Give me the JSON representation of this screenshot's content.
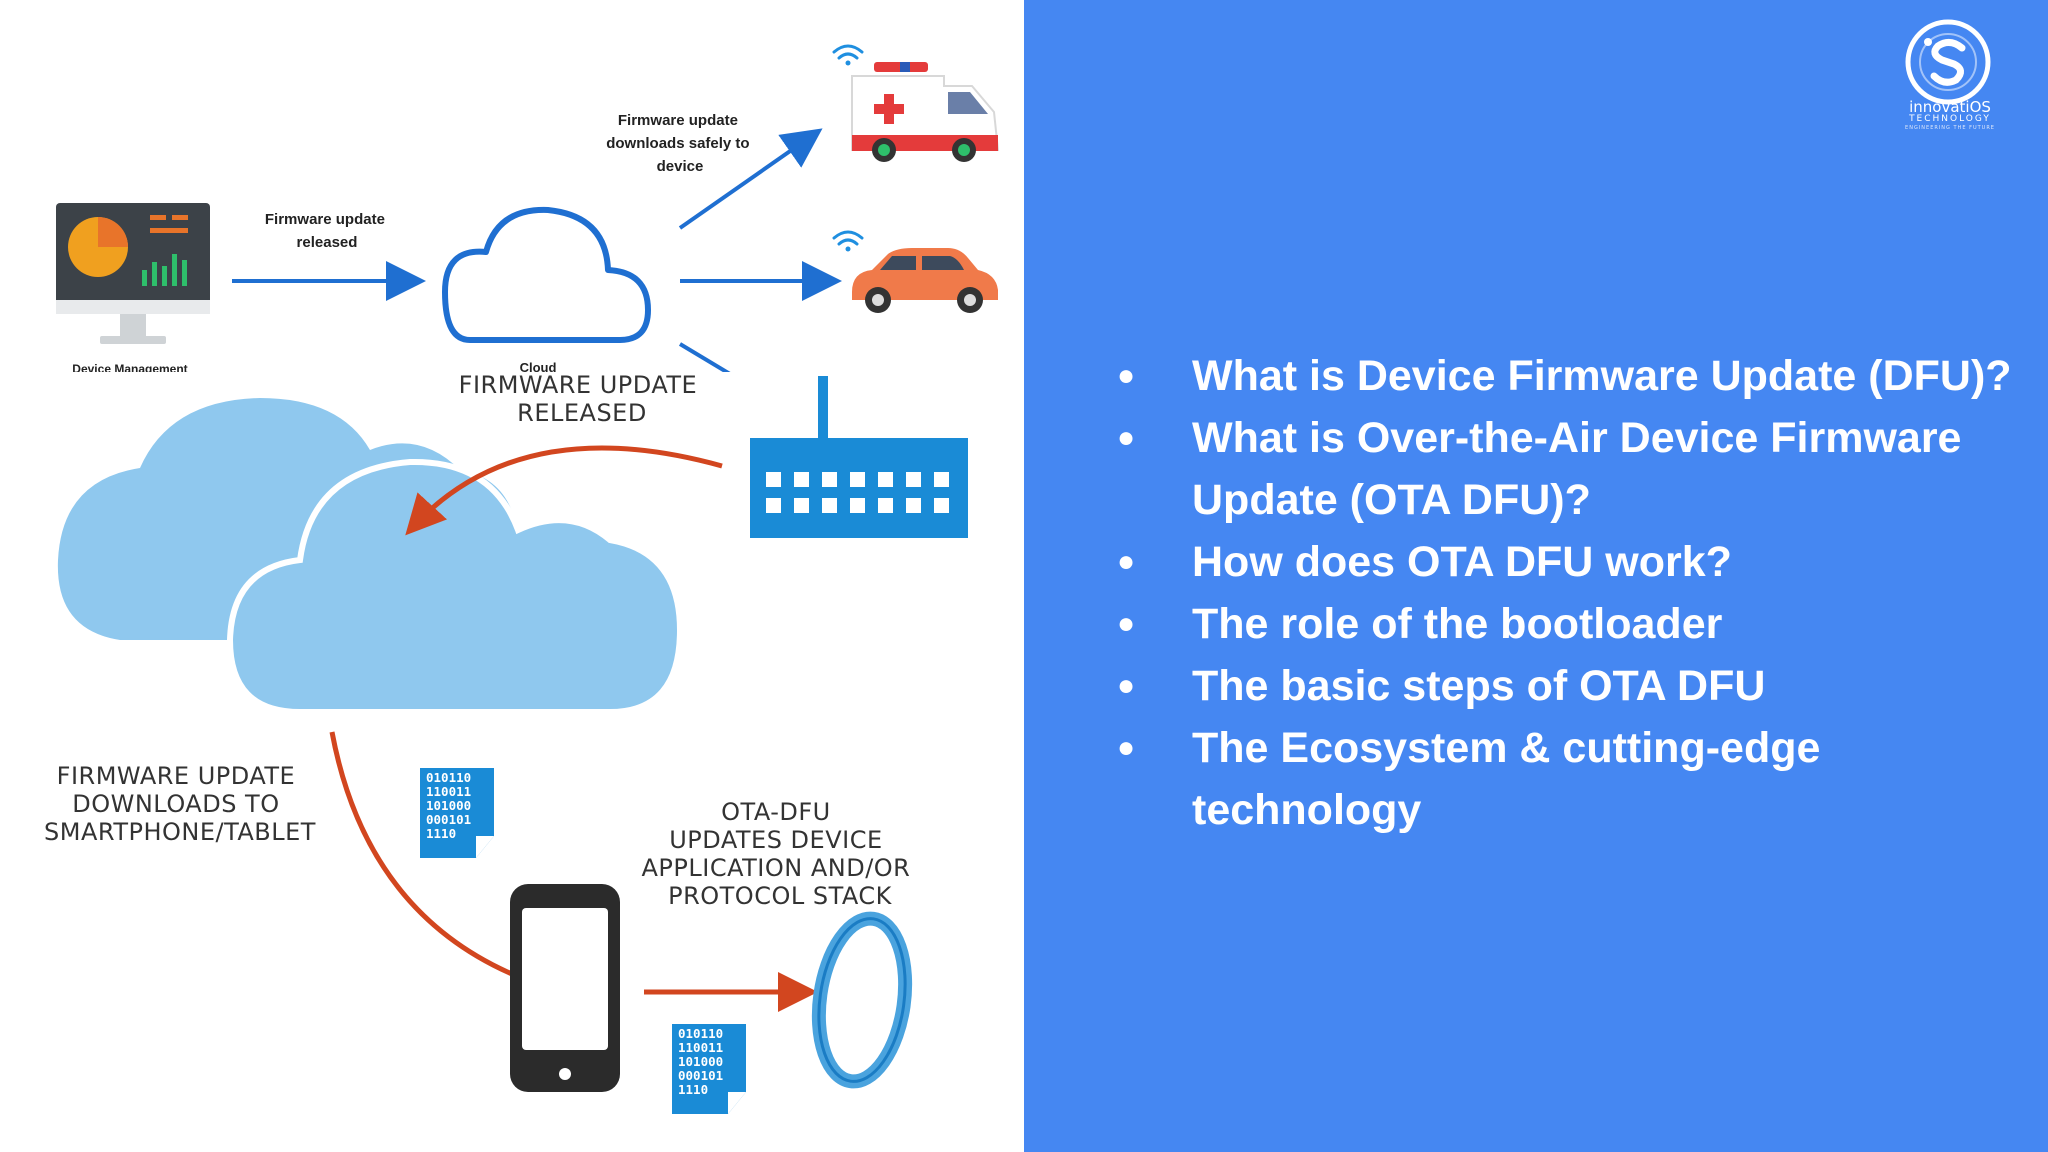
{
  "top_diagram": {
    "label_released": [
      "Firmware update",
      "released"
    ],
    "label_downloads": [
      "Firmware update",
      "downloads safely to",
      "device"
    ],
    "label_device_mgmt": "Device Management",
    "label_cloud": "Cloud"
  },
  "bottom_diagram": {
    "label_released": [
      "FIRMWARE UPDATE",
      "RELEASED"
    ],
    "label_downloads": [
      "FIRMWARE UPDATE",
      "DOWNLOADS TO",
      "SMARTPHONE/TABLET"
    ],
    "label_ota": [
      "OTA-DFU",
      "UPDATES DEVICE",
      "APPLICATION AND/OR",
      "PROTOCOL STACK"
    ],
    "binary_doc": [
      "010110",
      "110011",
      "101000",
      "000101",
      "1110"
    ]
  },
  "slide": {
    "bullets": [
      "What is Device Firmware Update (DFU)?",
      "What is Over-the-Air Device Firmware Update (OTA DFU)?",
      "How does OTA DFU work?",
      "The role of the bootloader",
      "The basic steps of OTA DFU",
      "The Ecosystem & cutting-edge technology"
    ]
  },
  "logo": {
    "name": "innovatiOS",
    "sub": "TECHNOLOGY",
    "tagline": "ENGINEERING THE FUTURE"
  },
  "colors": {
    "slide_blue": "#4587f2",
    "diagram_blue": "#1f6fd1",
    "cloud_light": "#8fc8ee",
    "arrow_orange": "#d2461f",
    "building_blue": "#1a8bd6"
  }
}
